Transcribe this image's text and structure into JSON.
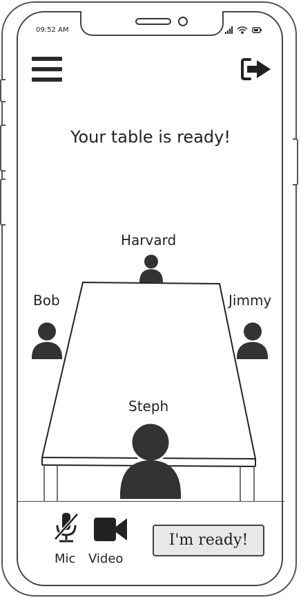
{
  "status_bar": {
    "time": "09:52 AM"
  },
  "header": {
    "menu_icon": "hamburger-menu-icon",
    "logout_icon": "logout-arrow-icon"
  },
  "main": {
    "title": "Your table is ready!",
    "participants": {
      "top": "Harvard",
      "left": "Bob",
      "right": "Jimmy",
      "bottom": "Steph"
    }
  },
  "bottom_bar": {
    "mic_label": "Mic",
    "mic_state": "muted",
    "video_label": "Video",
    "ready_button": "I'm ready!"
  }
}
